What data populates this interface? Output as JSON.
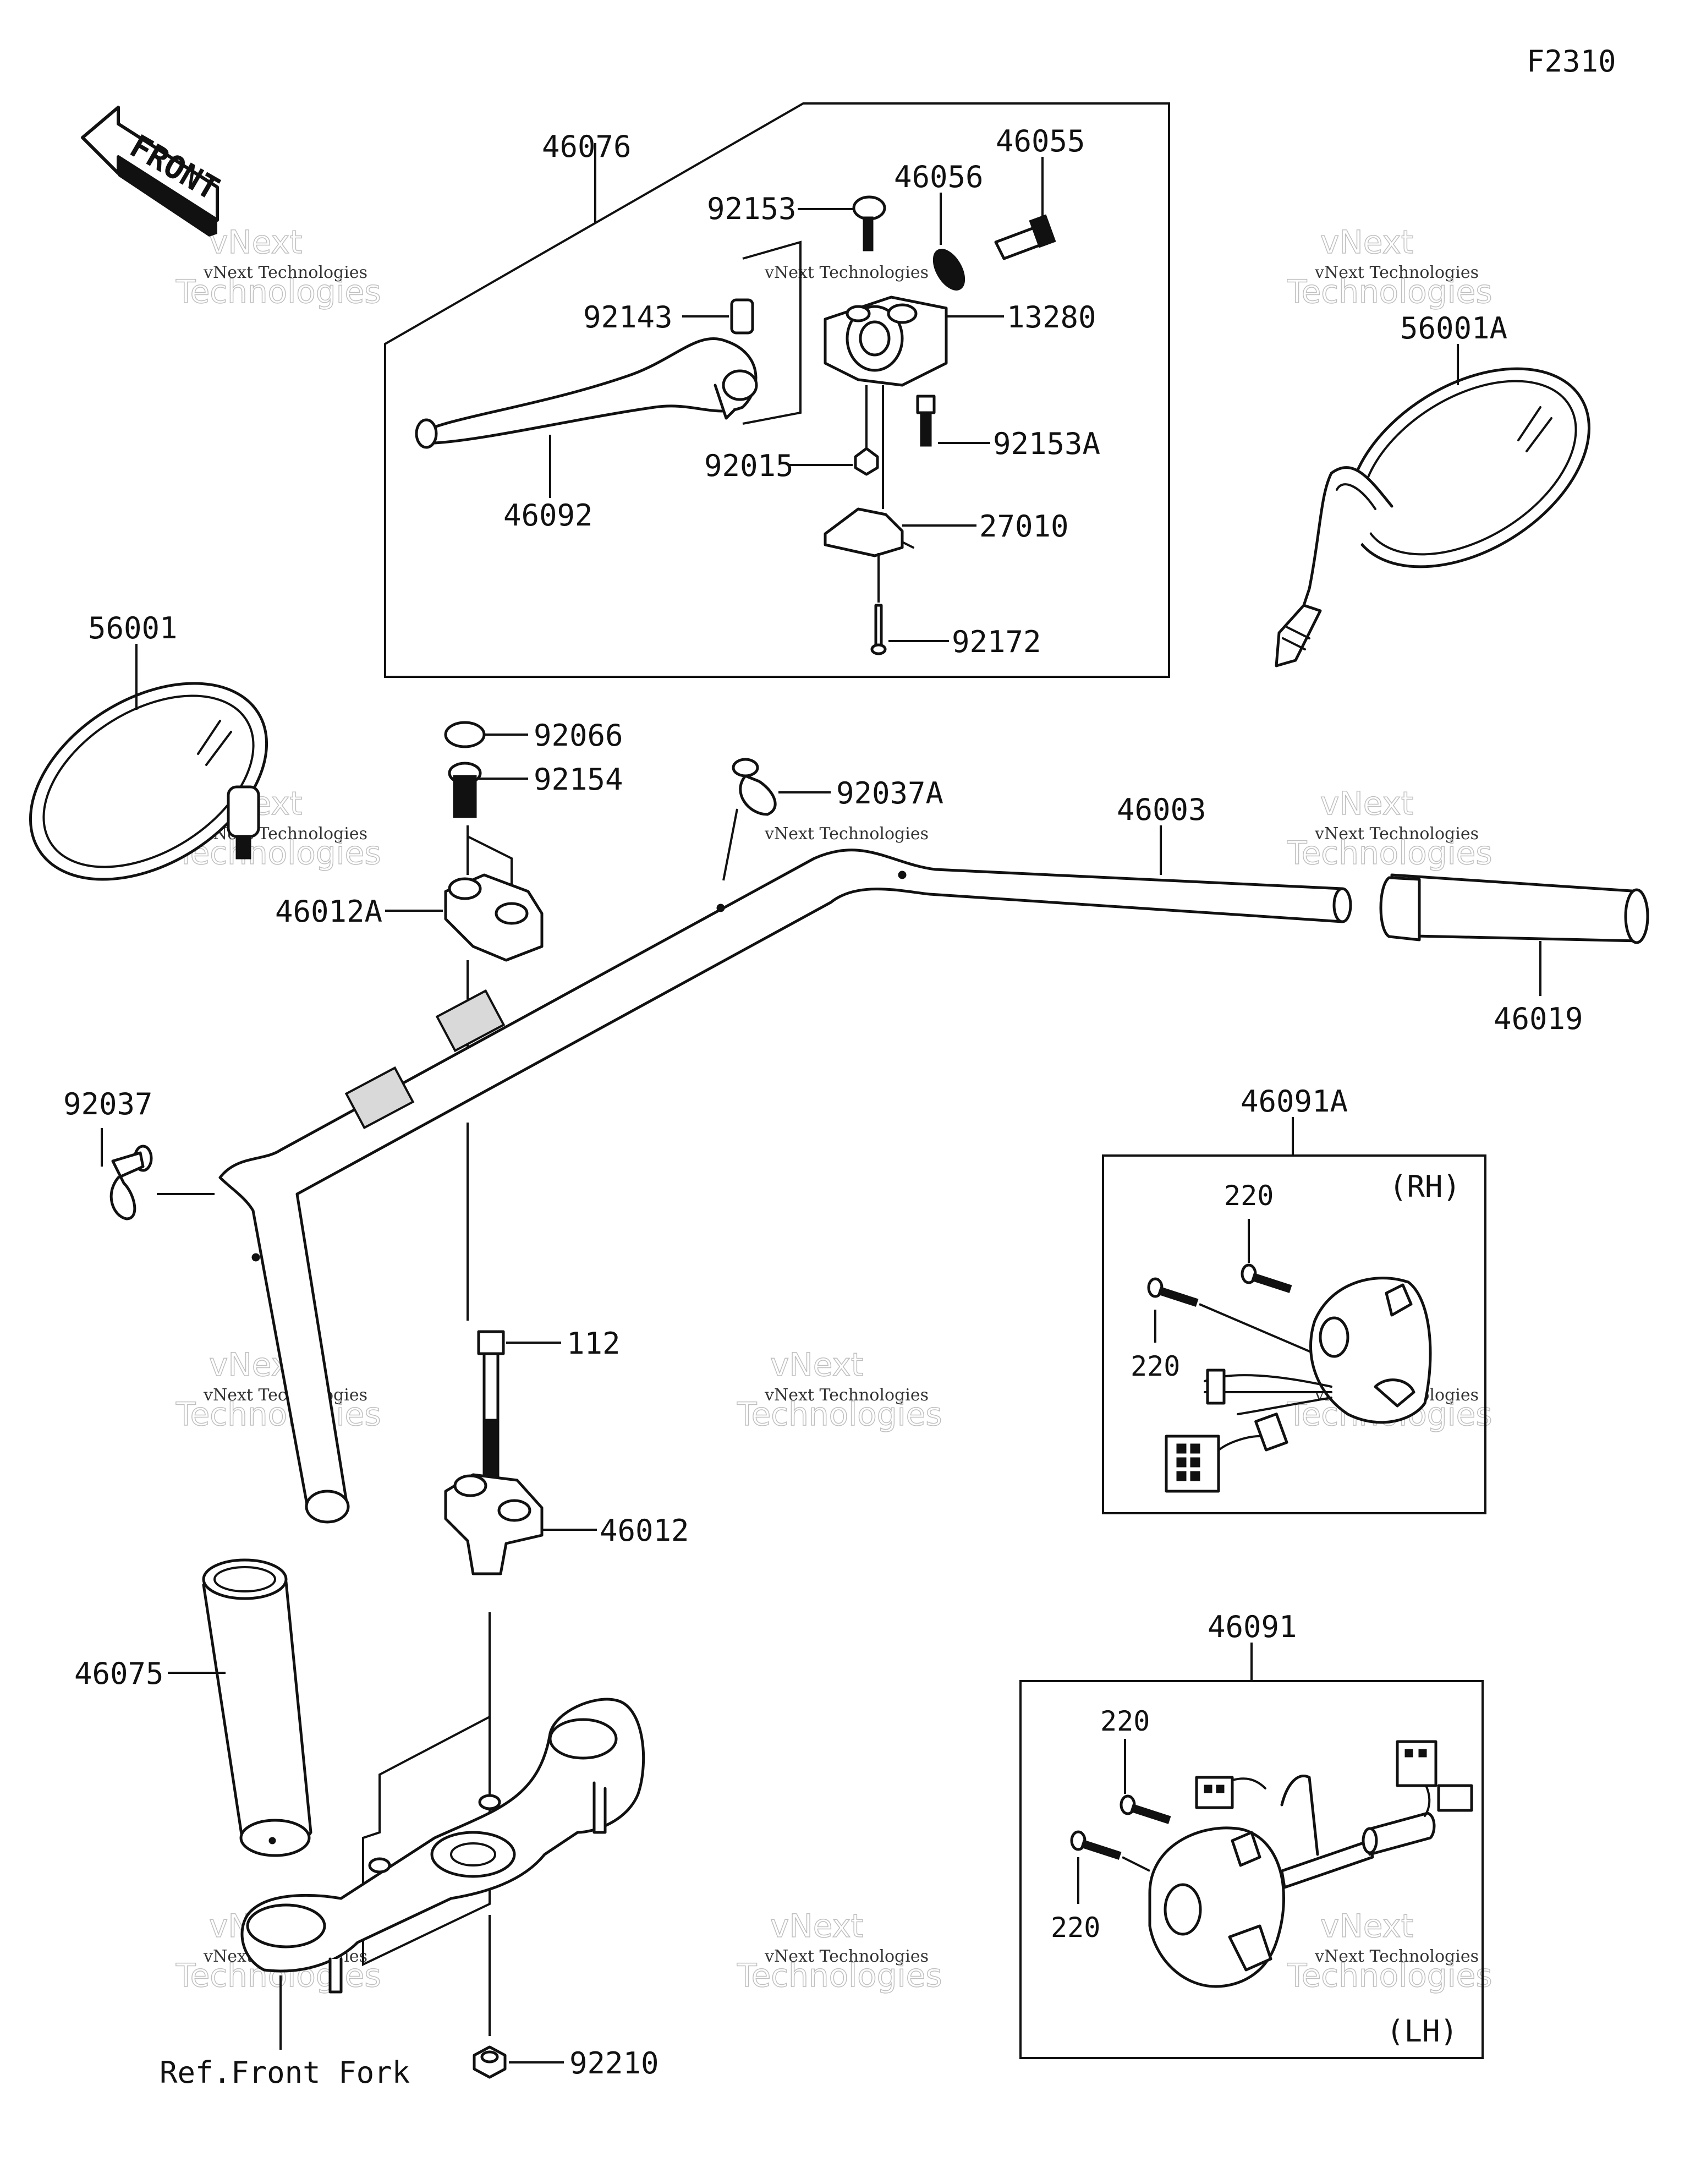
{
  "figure_code": "F2310",
  "front_arrow": "FRONT",
  "watermark": {
    "line1": "vNext",
    "line2": "Technologies",
    "small": "vNext Technologies"
  },
  "ref_label": "Ref.Front Fork",
  "side_labels": {
    "rh": "(RH)",
    "lh": "(LH)"
  },
  "parts": {
    "p46076": "46076",
    "p92153": "92153",
    "p46056": "46056",
    "p46055": "46055",
    "p92143": "92143",
    "p13280": "13280",
    "p92153a": "92153A",
    "p92015": "92015",
    "p46092": "46092",
    "p27010": "27010",
    "p92172": "92172",
    "p56001a": "56001A",
    "p56001": "56001",
    "p92066": "92066",
    "p92154": "92154",
    "p92037a": "92037A",
    "p46003": "46003",
    "p46012a": "46012A",
    "p46019": "46019",
    "p92037": "92037",
    "p46091a": "46091A",
    "p220_rh_top": "220",
    "p220_rh_left": "220",
    "p112": "112",
    "p46012": "46012",
    "p46075": "46075",
    "p46091": "46091",
    "p220_lh_top": "220",
    "p220_lh_bottom": "220",
    "p92210": "92210"
  }
}
